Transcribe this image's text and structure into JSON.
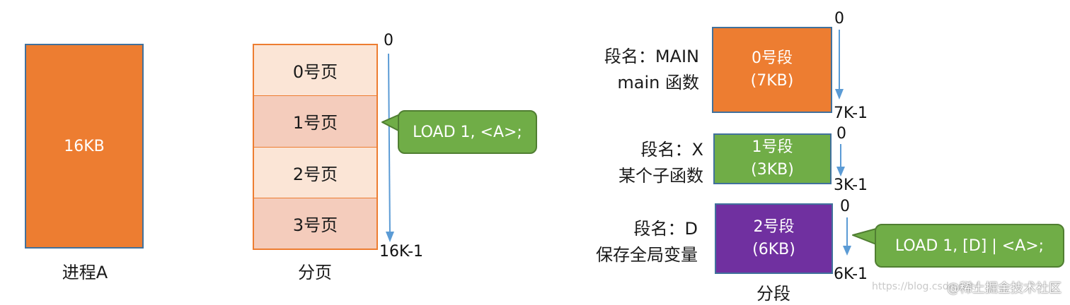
{
  "process": {
    "size_label": "16KB",
    "caption": "进程A"
  },
  "paging": {
    "caption": "分页",
    "pages": [
      {
        "label": "0号页"
      },
      {
        "label": "1号页"
      },
      {
        "label": "2号页"
      },
      {
        "label": "3号页"
      }
    ],
    "addr_start": "0",
    "addr_end": "16K-1",
    "instruction": "LOAD 1, <A>;"
  },
  "segmentation": {
    "caption": "分段",
    "segments": [
      {
        "name_line1": "段名：MAIN",
        "name_line2": "main 函数",
        "box_line1": "0号段",
        "box_line2": "(7KB)",
        "addr_start": "0",
        "addr_end": "7K-1",
        "color": "#ED7D31"
      },
      {
        "name_line1": "段名：X",
        "name_line2": "某个子函数",
        "box_line1": "1号段",
        "box_line2": "(3KB)",
        "addr_start": "0",
        "addr_end": "3K-1",
        "color": "#70AD47"
      },
      {
        "name_line1": "段名：D",
        "name_line2": "保存全局变量",
        "box_line1": "2号段",
        "box_line2": "(6KB)",
        "addr_start": "0",
        "addr_end": "6K-1",
        "color": "#7030A0"
      }
    ],
    "instruction": "LOAD 1, [D] | <A>;"
  },
  "colors": {
    "orange": "#ED7D31",
    "green": "#70AD47",
    "purple": "#7030A0",
    "arrow": "#5B9BD5",
    "page_light": "#FBE5D6",
    "page_dark": "#F4CCBC"
  },
  "watermark": {
    "url": "https://blog.csdn.net/",
    "brand": "@稀土掘金技术社区"
  }
}
